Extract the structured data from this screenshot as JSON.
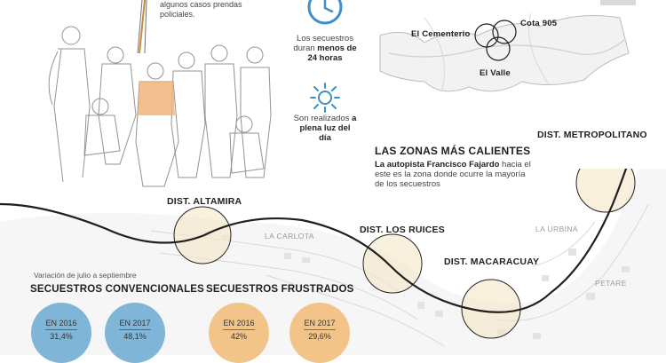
{
  "top_note": "algunos casos prendas policiales.",
  "icons": {
    "clock": "clock-icon",
    "sun": "sun-icon"
  },
  "facts": {
    "duration": {
      "text": "Los secuestros duran",
      "emph": "menos de 24 horas"
    },
    "daylight": {
      "text": "Son realizados",
      "emph": "a plena luz del día"
    }
  },
  "inset_map": {
    "labels": [
      "El Cementerio",
      "Cota 905",
      "El Valle"
    ]
  },
  "hot_zones": {
    "title": "LAS ZONAS MÁS CALIENTES",
    "body_emph": "La autopista Francisco Fajardo",
    "body_rest": " hacia el este es la zona donde ocurre la mayoría de los secuestros"
  },
  "districts": [
    {
      "name": "DIST. ALTAMIRA"
    },
    {
      "name": "DIST. LOS RUICES"
    },
    {
      "name": "DIST. MACARACUAY"
    },
    {
      "name": "DIST. METROPOLITANO"
    }
  ],
  "places": [
    "LA CARLOTA",
    "LA URBINA",
    "PETARE"
  ],
  "variation_label": "Variación de julio a septiembre",
  "stats": [
    {
      "title": "SECUESTROS CONVENCIONALES",
      "color": "#7fb6d8",
      "items": [
        {
          "year": "EN 2016",
          "value": "31,4%"
        },
        {
          "year": "EN 2017",
          "value": "48,1%"
        }
      ]
    },
    {
      "title": "SECUESTROS FRUSTRADOS",
      "color": "#f2c48a",
      "items": [
        {
          "year": "EN 2016",
          "value": "42%"
        },
        {
          "year": "EN 2017",
          "value": "29,6%"
        }
      ]
    }
  ]
}
